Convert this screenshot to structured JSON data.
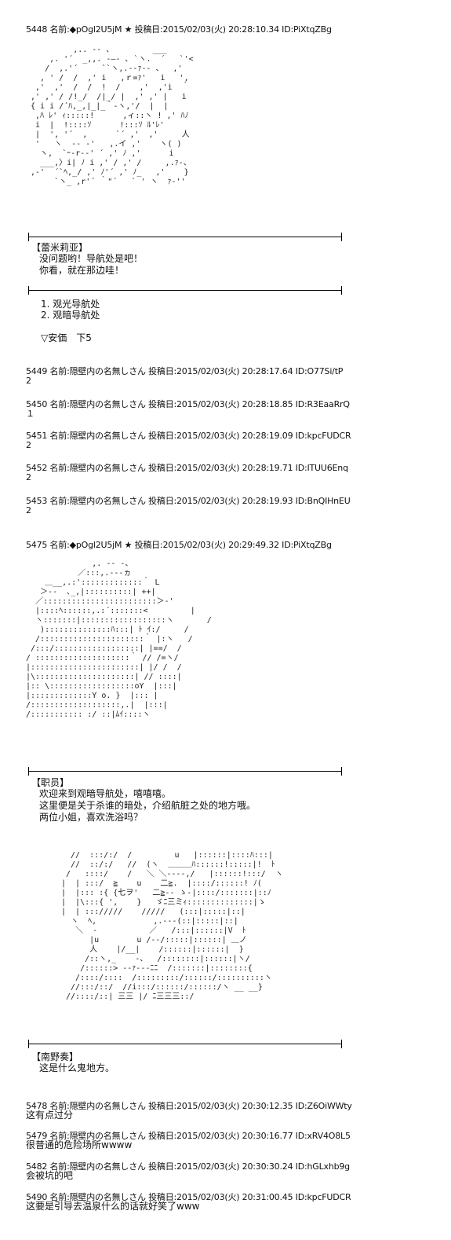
{
  "posts": [
    {
      "header": "5448 名前:◆pOgl2U5jM ★ 投稿日:2015/02/03(火) 20:28:10.34 ID:PiXtqZBg"
    },
    {
      "header": "5449 名前:隠壁内の名無しさん 投稿日:2015/02/03(火) 20:28:17.64 ID:O77Si/tP",
      "body": "2"
    },
    {
      "header": "5450 名前:隠壁内の名無しさん 投稿日:2015/02/03(火) 20:28:18.85 ID:R3EaaRrQ",
      "body": "１"
    },
    {
      "header": "5451 名前:隠壁内の名無しさん 投稿日:2015/02/03(火) 20:28:19.09 ID:kpcFUDCR",
      "body": "2"
    },
    {
      "header": "5452 名前:隠壁内の名無しさん 投稿日:2015/02/03(火) 20:28:19.71 ID:ITUU6Enq",
      "body": "2"
    },
    {
      "header": "5453 名前:隠壁内の名無しさん 投稿日:2015/02/03(火) 20:28:19.93 ID:BnQIHnEU",
      "body": "2"
    },
    {
      "header": "5475 名前:◆pOgl2U5jM ★ 投稿日:2015/02/03(火) 20:29:49.32 ID:PiXtqZBg"
    },
    {
      "header": "5478 名前:隠壁内の名無しさん 投稿日:2015/02/03(火) 20:30:12.35 ID:Z6OiWWty",
      "body": "这有点过分"
    },
    {
      "header": "5479 名前:隠壁内の名無しさん 投稿日:2015/02/03(火) 20:30:16.77 ID:xRV4O8L5",
      "body": "很普通的危险场所wwww"
    },
    {
      "header": "5482 名前:隠壁内の名無しさん 投稿日:2015/02/03(火) 20:30:30.24 ID:hGLxhb9g",
      "body": "会被坑的吧"
    },
    {
      "header": "5490 名前:隠壁内の名無しさん 投稿日:2015/02/03(火) 20:31:00.45 ID:kpcFUDCR",
      "body": "这要是引导去温泉什么的话就好笑了www"
    }
  ],
  "scene1": {
    "speaker": "【蕾米莉亚】",
    "lines": "没问题哟！导航处是吧！\n你看，就在那边哇！",
    "choices": "1. 观光导航处\n2. 观暗导航处",
    "anka": "▽安価　下5"
  },
  "scene2": {
    "speaker": "【职员】",
    "lines": "欢迎来到观暗导航处，嘻嘻嘻。\n这里便是关于杀谁的暗处，介绍航脏之处的地方哦。\n两位小姐，喜欢洗浴吗？"
  },
  "scene3": {
    "speaker": "【南野奏】",
    "lines": "这是什么鬼地方。"
  },
  "aa": {
    "remilia": "          ,.. -‐ ､         ___\n     ,. '´  _,,. -―- ､ `ヽ.  ´   `'<\n    /  ,.'´     ``ヽ,.-‐ｧ‐- 、  ,'\n   , ' /  /  ,' i   ,ｒ=ｧ'   i   ',\n  ,'  ,'  /  /  !  /    ,'  ,'i  ｀\n ,' ,' / /!_/  /|_/ |  ,' ,' |   i\n { i i /´ﾊ,_,|_|_｀‐ヽ,'/  |  |\n  ,ﾊ ﾚ' ｨ:::::!      ,ィ::ヽ ! ,' ﾊﾉ\n  i  |  !::::ｿ      !:::ｿ ﾙ'ﾚ'\n  |  ', '´  ,      `´ ,'  ,'     人\n  '   ヽ  ‐- ‐'   ,.イ ,'    ヽ( )\n   ヽ,  `ｰ-r-‐' ´ ,' ﾉ ,'      i\n   ___,〉i| ﾉ i ,' / ,' /     ,.ｧ‐、\n ,-'  ´`ﾍ,_/ ,' ﾉ'´ ,' ﾉ_   ,'    }\n      `ヽ_ ,r'´ ｀\"´   ` ' ヽ  ｧ-''",
    "staff": "              ,. -‐ -、\n           ／:::,.--‐ヵ\n    ＿__,.:':::::::::::::｀ L\n   ＞‐-  ､_,|::::::::::| ++|\n  ／::::::::::::::::::::::::＞-'\n  |::::ﾍ::::::,.:´:::::::<         |\n  ヽ:::::::|::::::::::::::::::ヽ       /\n   )::::::::::::::ﾊ:::| ﾄ ｲ:/     /\n  /::::::::::::::::::::::｀ |:ヽ   /\n /:::/::::::::::::::::::| |==/  /\n/ ::::::::::::::::::::｀ // /=ヽ/\n|:::::::::::::::::::::::| |/ /  /\n|\\:::::::::::::::::::::| // ::::|\n|:: \\::::::::::::::::::oY  |:::|\n|:::::::::::::Y o. }  |::: |\n/:::::::::::::::::::,.|  |:::|\n/::::::::::: :/ ::|ﾑｲ::::ヽ",
    "kanade": "  //  :::/:/  /         u   |::::::|::::ﾊ:::|\n  //  ::/:/   //  (ヽ  ＿＿＿ﾊ::::::!:::::|!  ﾄ\n /   ::::/    /   ＼ ＼‐‐‐‐,/   |::::::!:::/  ヽ\n|  | :::/  ≧    u    二≧.  |::::/::::::! ﾉ(\n|  |::: :{ {七ヲ'   二≧‐‐ ゝ-|::::/:::::::|::ﾉ\n|  |\\:::{ ',    }   ゞﾆ三ミｨ::::::::::::::|ゝ\n|  | ::://///    /////   (:::|:::::|::|\n  ヽ  ﾍ,            ,.-‐‐(::|:::::|::|\n   ＼  ‐           ／   /:::|::::::|V  ﾄ\n      |u        u /‐‐/:::::|::::::| ＿ノ\n      人    |/__|    /::::::|::::::|  }\n     /::ヽ,_    ‐、  /::::::::|::::::|ヽ/\n    /::::::> ‐-ｧ‐‐‐ﾆﾆ  /:::::::|::::::::{\n   /::::/::::  /:::::::::/::::::/::::::::::ヽ\n  //:::/::/  //i:::/::::::/::::::/ヽ __ __}\n //::::/::| 三三 |/ ﾆ三三三::/"
  }
}
